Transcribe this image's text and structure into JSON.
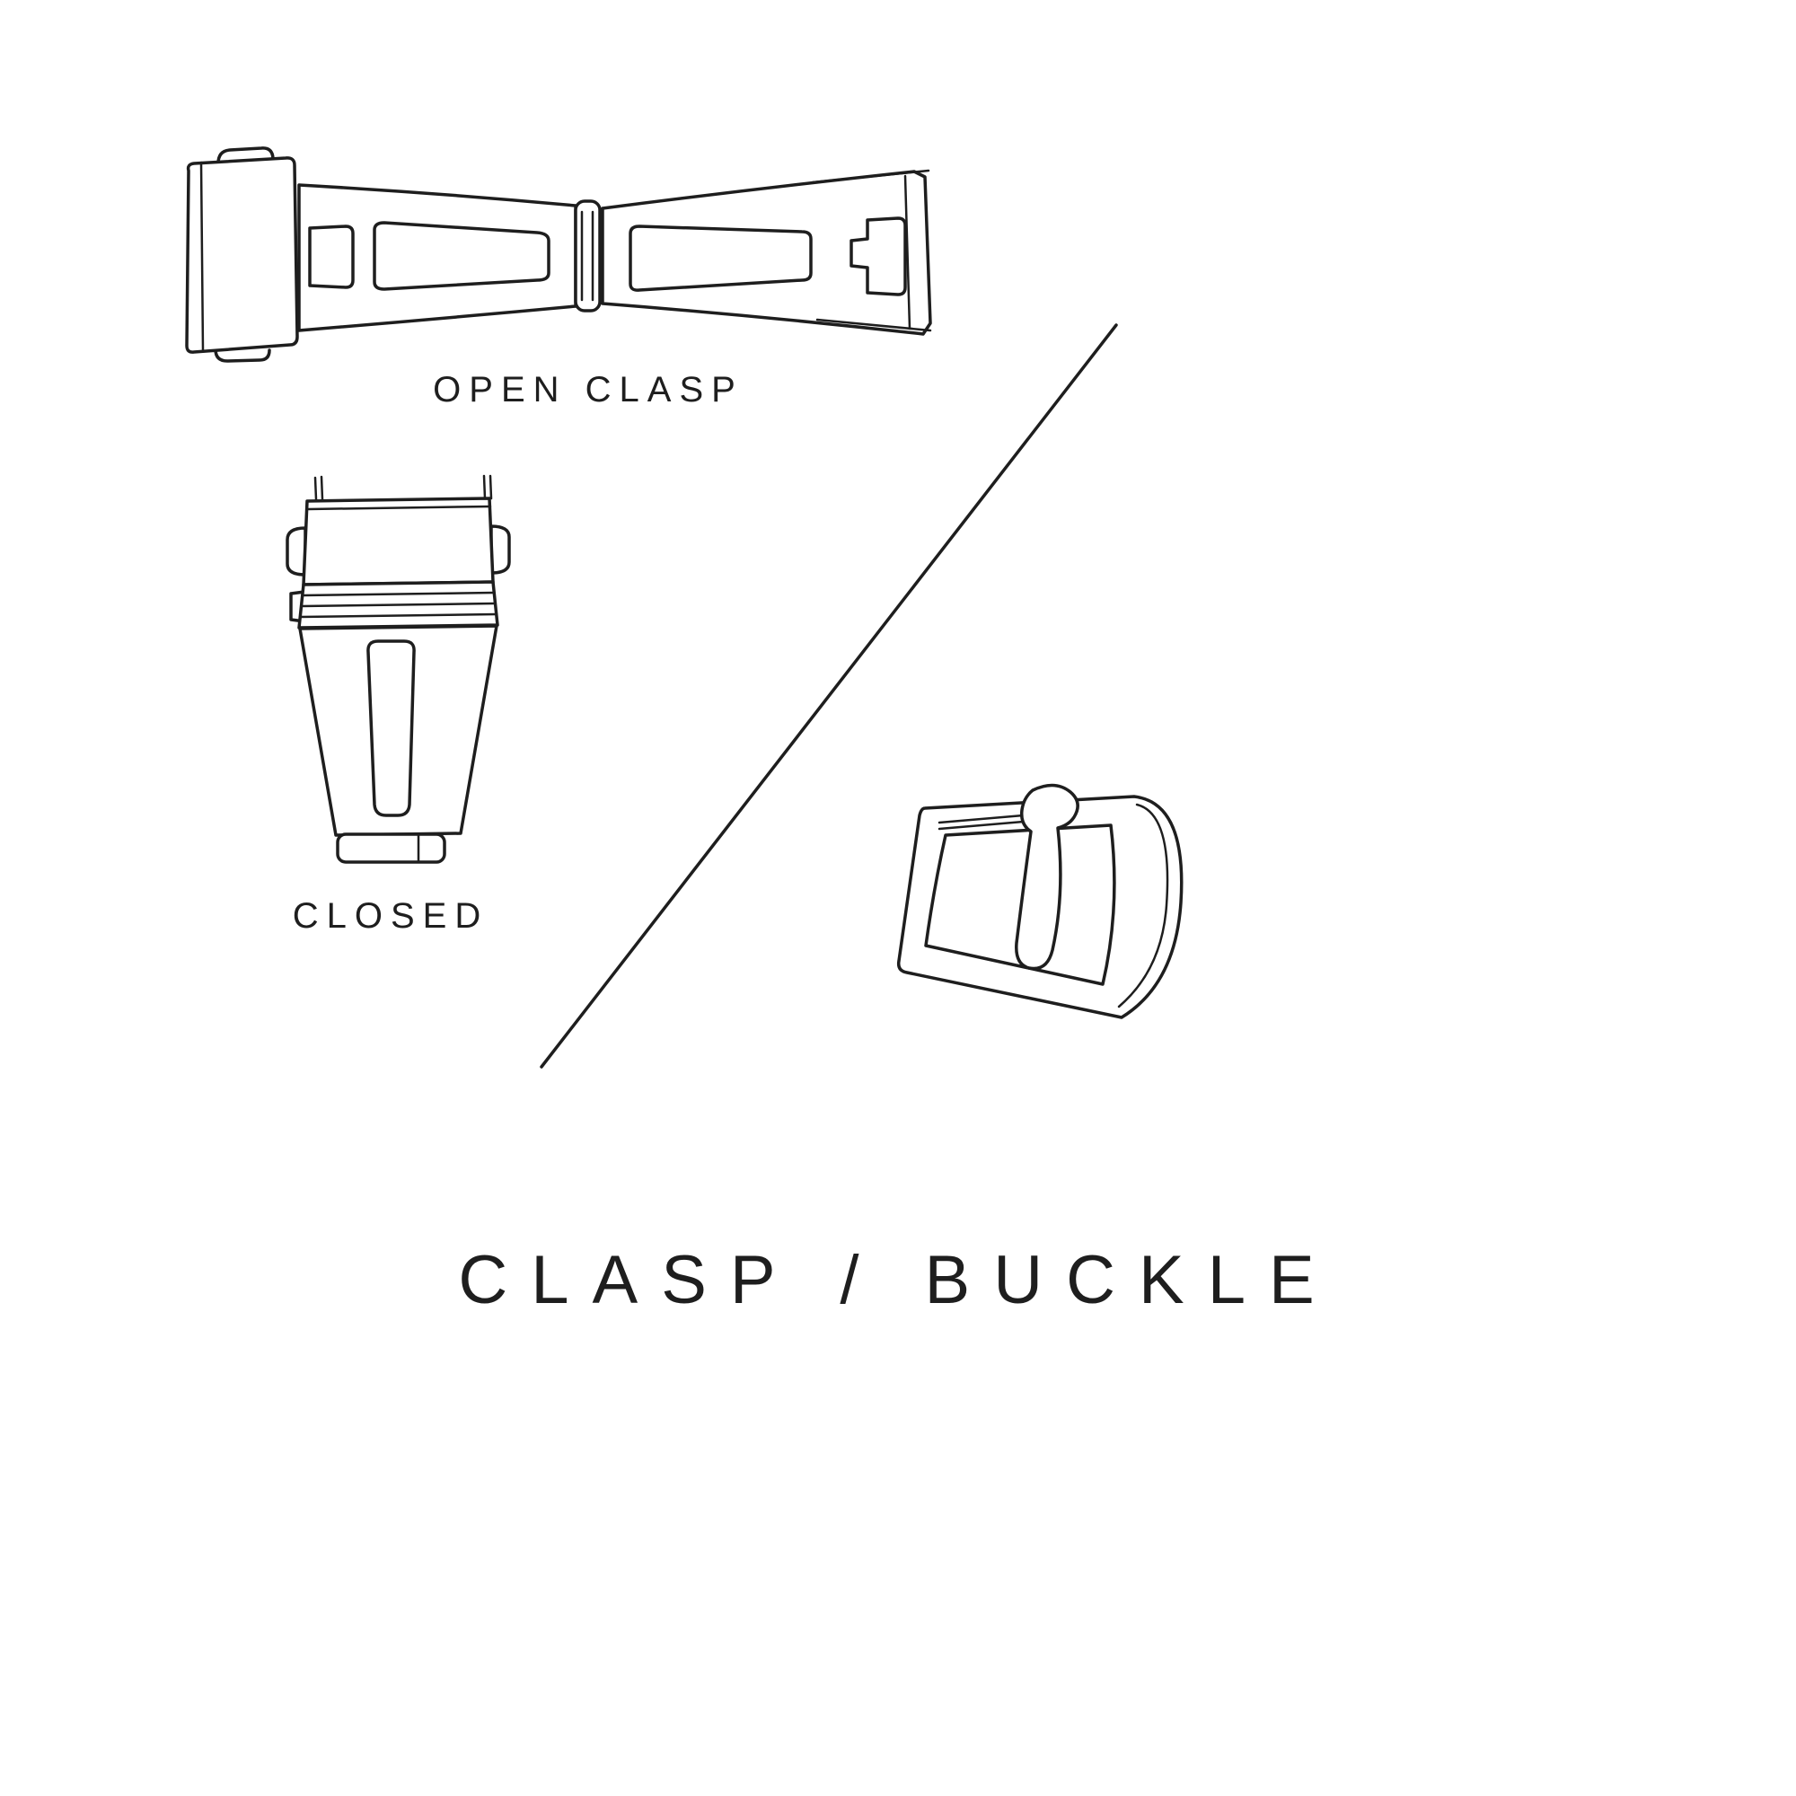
{
  "diagram": {
    "title": "CLASP / BUCKLE",
    "labels": {
      "open_clasp": "OPEN CLASP",
      "closed": "CLOSED"
    },
    "illustrations": [
      {
        "id": "open-clasp",
        "description": "deployant clasp shown open"
      },
      {
        "id": "closed-clasp",
        "description": "deployant clasp shown closed"
      },
      {
        "id": "pin-buckle",
        "description": "tang pin buckle"
      }
    ],
    "colors": {
      "ink": "#1e1e1e",
      "background": "#ffffff"
    }
  }
}
